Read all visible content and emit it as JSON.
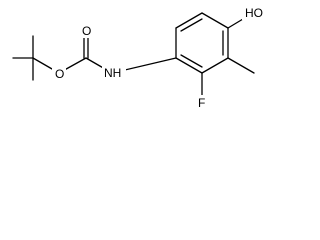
{
  "molecule": {
    "atoms": {
      "hydroxyl": "HO",
      "ester_oxygen": "O",
      "carbonyl_oxygen": "O",
      "amine": "NH",
      "fluorine": "F"
    },
    "colors": {
      "bond": "#000000",
      "label": "#000000",
      "background": "#ffffff"
    }
  }
}
